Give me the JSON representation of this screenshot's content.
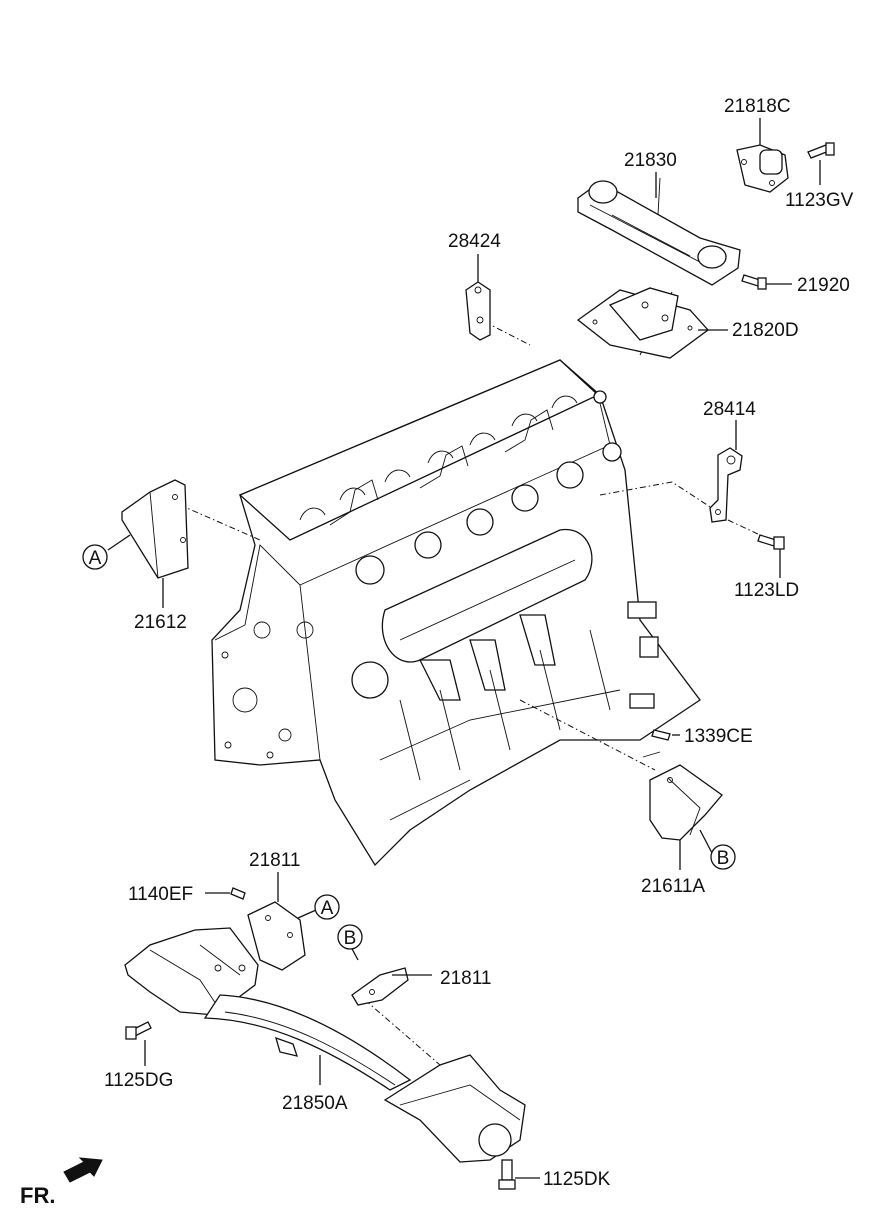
{
  "callouts": [
    {
      "id": "21818C",
      "text": "21818C"
    },
    {
      "id": "21830",
      "text": "21830"
    },
    {
      "id": "1123GV",
      "text": "1123GV"
    },
    {
      "id": "28424",
      "text": "28424"
    },
    {
      "id": "21920",
      "text": "21920"
    },
    {
      "id": "21820D",
      "text": "21820D"
    },
    {
      "id": "28414",
      "text": "28414"
    },
    {
      "id": "1123LD",
      "text": "1123LD"
    },
    {
      "id": "21612",
      "text": "21612"
    },
    {
      "id": "1339CE",
      "text": "1339CE"
    },
    {
      "id": "21611A",
      "text": "21611A"
    },
    {
      "id": "21811_top",
      "text": "21811"
    },
    {
      "id": "1140EF",
      "text": "1140EF"
    },
    {
      "id": "21811_right",
      "text": "21811"
    },
    {
      "id": "1125DG",
      "text": "1125DG"
    },
    {
      "id": "21850A",
      "text": "21850A"
    },
    {
      "id": "1125DK",
      "text": "1125DK"
    }
  ],
  "refs": {
    "a_upper": "A",
    "a_lower": "A",
    "b_upper": "B",
    "b_lower": "B"
  },
  "orientation": {
    "label": "FR.",
    "icon": "front-direction-arrow-icon"
  }
}
